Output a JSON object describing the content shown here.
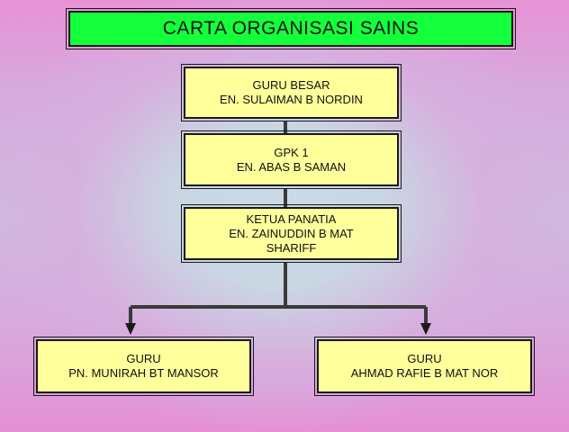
{
  "title": "CARTA ORGANISASI SAINS",
  "nodes": {
    "guru_besar": {
      "role": "GURU BESAR",
      "name": "EN. SULAIMAN B NORDIN"
    },
    "gpk": {
      "role": "GPK 1",
      "name": "EN. ABAS B SAMAN"
    },
    "ketua": {
      "role": "KETUA PANATIA",
      "name_line1": "EN. ZAINUDDIN B MAT",
      "name_line2": "SHARIFF"
    },
    "guru_left": {
      "role": "GURU",
      "name": "PN. MUNIRAH BT MANSOR"
    },
    "guru_right": {
      "role": "GURU",
      "name": "AHMAD RAFIE B MAT NOR"
    }
  },
  "colors": {
    "title_fill": "#14ff3c",
    "node_fill": "#ffff9c",
    "connector": "#3a3a3a"
  }
}
